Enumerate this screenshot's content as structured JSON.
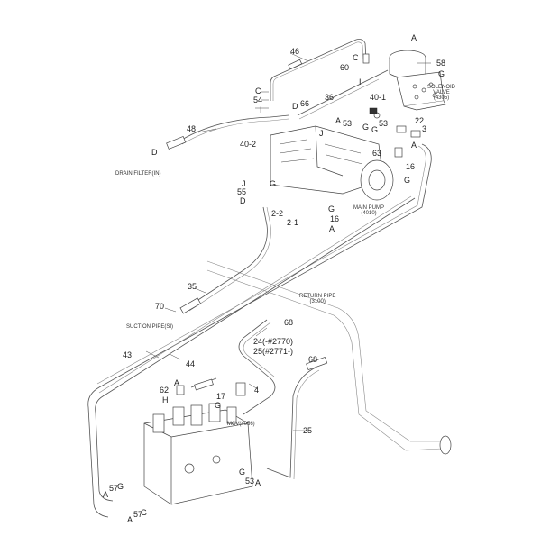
{
  "title": "Hydraulic pump / MCV piping parts diagram",
  "components": {
    "solenoid_valve": {
      "name": "SOLENOID",
      "line2": "VALVE",
      "code": "(4305)"
    },
    "main_pump": {
      "name": "MAIN PUMP",
      "code": "(4010)"
    },
    "mcv": {
      "name": "MCV(4056)"
    },
    "return_pipe": {
      "name": "RETURN PIPE",
      "code": "(3100)"
    },
    "drain_filter": {
      "name": "DRAIN FILTER(IN)"
    },
    "suction_pipe": {
      "name": "SUCTION PIPE(SI)"
    }
  },
  "callouts": [
    {
      "id": "c46",
      "text": "46"
    },
    {
      "id": "cA_top",
      "text": "A"
    },
    {
      "id": "cC_top",
      "text": "C"
    },
    {
      "id": "c60",
      "text": "60"
    },
    {
      "id": "c58",
      "text": "58"
    },
    {
      "id": "cG_sv",
      "text": "G"
    },
    {
      "id": "cI_top",
      "text": "I"
    },
    {
      "id": "cC2",
      "text": "C"
    },
    {
      "id": "c54",
      "text": "54"
    },
    {
      "id": "cI2",
      "text": "I"
    },
    {
      "id": "cD_66",
      "text": "D"
    },
    {
      "id": "c66",
      "text": "66"
    },
    {
      "id": "c36",
      "text": "36"
    },
    {
      "id": "c40_1",
      "text": "40-1"
    },
    {
      "id": "c48",
      "text": "48"
    },
    {
      "id": "cA53",
      "text": "A"
    },
    {
      "id": "c53a",
      "text": "53"
    },
    {
      "id": "cG53",
      "text": "G"
    },
    {
      "id": "cG_b",
      "text": "G"
    },
    {
      "id": "c53b",
      "text": "53"
    },
    {
      "id": "c22",
      "text": "22"
    },
    {
      "id": "c3",
      "text": "3"
    },
    {
      "id": "cJ",
      "text": "J"
    },
    {
      "id": "cD_drain",
      "text": "D"
    },
    {
      "id": "c40_2",
      "text": "40-2"
    },
    {
      "id": "cA_63",
      "text": "A"
    },
    {
      "id": "c63",
      "text": "63"
    },
    {
      "id": "c16a",
      "text": "16"
    },
    {
      "id": "cG_16",
      "text": "G"
    },
    {
      "id": "cJ2",
      "text": "J"
    },
    {
      "id": "c55",
      "text": "55"
    },
    {
      "id": "cD55",
      "text": "D"
    },
    {
      "id": "cG_22",
      "text": "G"
    },
    {
      "id": "c2_2",
      "text": "2-2"
    },
    {
      "id": "c2_1",
      "text": "2-1"
    },
    {
      "id": "cG_16b",
      "text": "G"
    },
    {
      "id": "c16b",
      "text": "16"
    },
    {
      "id": "cA_16b",
      "text": "A"
    },
    {
      "id": "c35",
      "text": "35"
    },
    {
      "id": "c70",
      "text": "70"
    },
    {
      "id": "c68a",
      "text": "68"
    },
    {
      "id": "c24",
      "text": "24(-#2770)"
    },
    {
      "id": "c25a",
      "text": "25(#2771-)"
    },
    {
      "id": "c43",
      "text": "43"
    },
    {
      "id": "c44",
      "text": "44"
    },
    {
      "id": "c68b",
      "text": "68"
    },
    {
      "id": "cA_62",
      "text": "A"
    },
    {
      "id": "c62",
      "text": "62"
    },
    {
      "id": "cH",
      "text": "H"
    },
    {
      "id": "c17",
      "text": "17"
    },
    {
      "id": "cG_17",
      "text": "G"
    },
    {
      "id": "c4",
      "text": "4"
    },
    {
      "id": "c25b",
      "text": "25"
    },
    {
      "id": "cG_53c",
      "text": "G"
    },
    {
      "id": "c53c",
      "text": "53"
    },
    {
      "id": "cA_53c",
      "text": "A"
    },
    {
      "id": "cA57a",
      "text": "A"
    },
    {
      "id": "c57a",
      "text": "57"
    },
    {
      "id": "cG57a",
      "text": "G"
    },
    {
      "id": "cA57b",
      "text": "A"
    },
    {
      "id": "c57b",
      "text": "57"
    },
    {
      "id": "cG57b",
      "text": "G"
    }
  ]
}
